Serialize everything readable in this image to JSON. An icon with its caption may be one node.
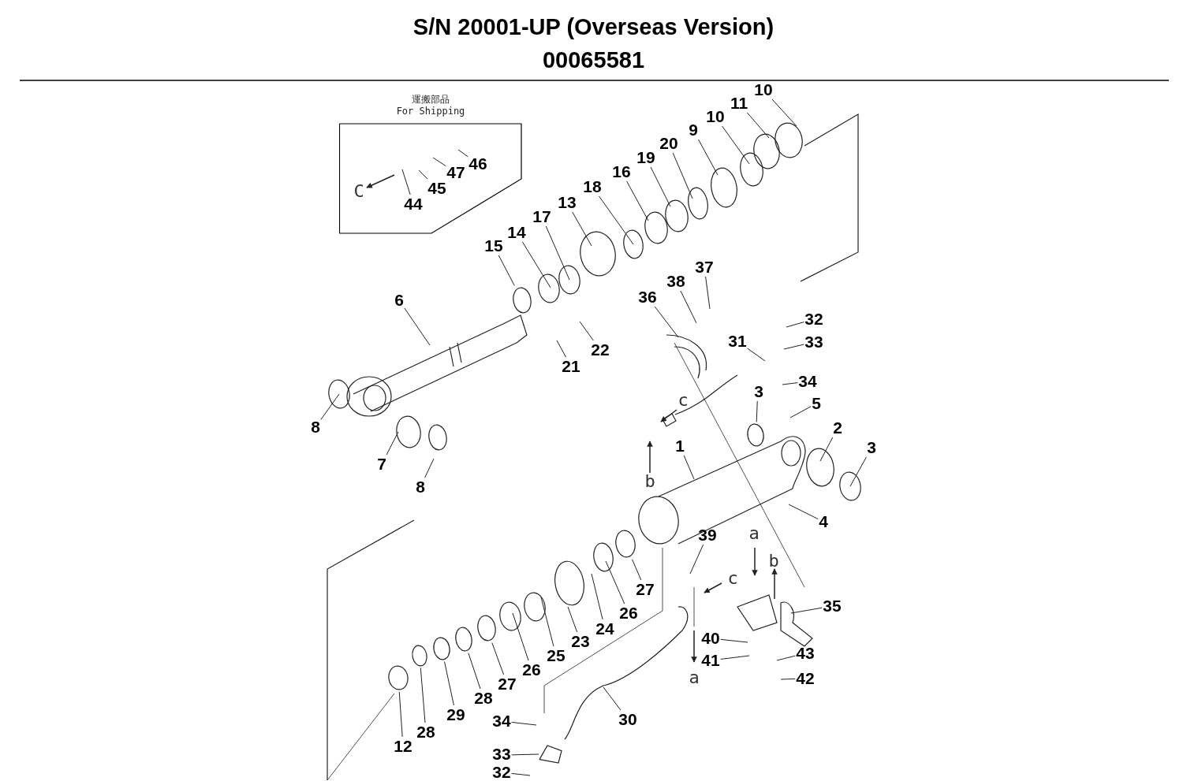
{
  "diagram": {
    "title": "S/N 20001-UP (Overseas Version)",
    "caption": "00065581",
    "nodes": [
      {
        "text": [
          "運搬部品",
          "For Shipping"
        ]
      },
      {
        "text": [
          "46"
        ],
        "in": 0
      },
      {
        "text": [
          "47"
        ],
        "in": 0
      },
      {
        "text": [
          "45"
        ],
        "in": 0
      },
      {
        "text": [
          "44"
        ],
        "in": 0
      },
      {
        "text": [
          "10"
        ]
      },
      {
        "text": [
          "11"
        ]
      },
      {
        "text": [
          "10"
        ]
      },
      {
        "text": [
          "9"
        ]
      },
      {
        "text": [
          "20"
        ]
      },
      {
        "text": [
          "19"
        ]
      },
      {
        "text": [
          "16"
        ]
      },
      {
        "text": [
          "18"
        ]
      },
      {
        "text": [
          "13"
        ]
      },
      {
        "text": [
          "17"
        ]
      },
      {
        "text": [
          "14"
        ]
      },
      {
        "text": [
          "15"
        ]
      },
      {
        "text": [
          "6"
        ]
      },
      {
        "text": [
          "37"
        ]
      },
      {
        "text": [
          "38"
        ]
      },
      {
        "text": [
          "36"
        ]
      },
      {
        "text": [
          "32"
        ]
      },
      {
        "text": [
          "33"
        ]
      },
      {
        "text": [
          "31"
        ]
      },
      {
        "text": [
          "22"
        ]
      },
      {
        "text": [
          "21"
        ]
      },
      {
        "text": [
          "34"
        ]
      },
      {
        "text": [
          "3"
        ]
      },
      {
        "text": [
          "5"
        ]
      },
      {
        "text": [
          "8"
        ]
      },
      {
        "text": [
          "2"
        ]
      },
      {
        "text": [
          "3"
        ]
      },
      {
        "text": [
          "1"
        ]
      },
      {
        "text": [
          "7"
        ]
      },
      {
        "text": [
          "8"
        ]
      },
      {
        "text": [
          "4"
        ]
      },
      {
        "text": [
          "39"
        ]
      },
      {
        "text": [
          "27"
        ]
      },
      {
        "text": [
          "35"
        ]
      },
      {
        "text": [
          "26"
        ]
      },
      {
        "text": [
          "24"
        ]
      },
      {
        "text": [
          "23"
        ]
      },
      {
        "text": [
          "25"
        ]
      },
      {
        "text": [
          "40"
        ]
      },
      {
        "text": [
          "26"
        ]
      },
      {
        "text": [
          "43"
        ]
      },
      {
        "text": [
          "41"
        ]
      },
      {
        "text": [
          "27"
        ]
      },
      {
        "text": [
          "42"
        ]
      },
      {
        "text": [
          "28"
        ]
      },
      {
        "text": [
          "29"
        ]
      },
      {
        "text": [
          "30"
        ]
      },
      {
        "text": [
          "34"
        ]
      },
      {
        "text": [
          "28"
        ]
      },
      {
        "text": [
          "12"
        ]
      },
      {
        "text": [
          "33"
        ]
      },
      {
        "text": [
          "32"
        ]
      },
      {
        "text": [],
        "shape": "ring"
      },
      {
        "text": [],
        "shape": "ring"
      },
      {
        "text": [],
        "shape": "ring"
      },
      {
        "text": [],
        "shape": "ring"
      },
      {
        "text": [],
        "shape": "ring"
      },
      {
        "text": [],
        "shape": "ring"
      },
      {
        "text": [],
        "shape": "box"
      },
      {
        "text": [],
        "shape": "ring"
      },
      {
        "text": [],
        "shape": "ring"
      }
    ],
    "edges": [
      {
        "from": 1,
        "to": null,
        "arrow": "none"
      },
      {
        "from": 2,
        "to": null,
        "arrow": "none"
      },
      {
        "from": 3,
        "to": null,
        "arrow": "none"
      },
      {
        "from": 4,
        "to": null,
        "arrow": "none"
      },
      {
        "from": 5,
        "to": null,
        "arrow": "none"
      },
      {
        "from": 6,
        "to": null,
        "arrow": "none"
      },
      {
        "from": 7,
        "to": null,
        "arrow": "none"
      },
      {
        "from": 8,
        "to": null,
        "arrow": "none"
      },
      {
        "from": 9,
        "to": null,
        "arrow": "none"
      },
      {
        "from": 10,
        "to": null,
        "arrow": "none"
      },
      {
        "from": 11,
        "to": null,
        "arrow": "none"
      },
      {
        "from": 12,
        "to": null,
        "arrow": "none"
      },
      {
        "from": 13,
        "to": null,
        "arrow": "none"
      },
      {
        "from": 14,
        "to": null,
        "arrow": "none"
      },
      {
        "from": 15,
        "to": null,
        "arrow": "none"
      },
      {
        "from": 16,
        "to": 62,
        "arrow": "none"
      },
      {
        "from": 17,
        "to": null,
        "arrow": "none"
      },
      {
        "from": 18,
        "to": null,
        "arrow": "none"
      },
      {
        "from": 19,
        "to": null,
        "arrow": "none"
      },
      {
        "from": 20,
        "to": null,
        "arrow": "none"
      },
      {
        "from": 21,
        "to": null,
        "arrow": "none"
      },
      {
        "from": 22,
        "to": null,
        "arrow": "none"
      },
      {
        "from": 23,
        "to": null,
        "arrow": "none"
      },
      {
        "from": 24,
        "to": null,
        "arrow": "none"
      },
      {
        "from": 25,
        "to": null,
        "arrow": "none"
      },
      {
        "from": 26,
        "to": null,
        "arrow": "none"
      },
      {
        "from": 27,
        "to": 65,
        "arrow": "none"
      },
      {
        "from": 28,
        "to": null,
        "arrow": "none"
      },
      {
        "from": 29,
        "to": null,
        "arrow": "none"
      },
      {
        "from": 30,
        "to": null,
        "arrow": "none"
      },
      {
        "from": 31,
        "to": null,
        "arrow": "none"
      },
      {
        "from": 32,
        "to": null,
        "arrow": "none"
      },
      {
        "from": 33,
        "to": null,
        "arrow": "none"
      },
      {
        "from": 34,
        "to": null,
        "arrow": "none"
      },
      {
        "from": 35,
        "to": null,
        "arrow": "none"
      },
      {
        "from": 36,
        "to": null,
        "arrow": "none"
      },
      {
        "from": 37,
        "to": 64,
        "arrow": "none"
      },
      {
        "from": 38,
        "to": null,
        "arrow": "none"
      },
      {
        "from": 39,
        "to": null,
        "arrow": "none"
      },
      {
        "from": 40,
        "to": null,
        "arrow": "none"
      },
      {
        "from": 41,
        "to": null,
        "arrow": "none"
      },
      {
        "from": 42,
        "to": null,
        "arrow": "none"
      },
      {
        "from": 43,
        "to": null,
        "arrow": "none"
      },
      {
        "from": 44,
        "to": null,
        "arrow": "none"
      },
      {
        "from": 45,
        "to": null,
        "arrow": "none"
      },
      {
        "from": 46,
        "to": null,
        "arrow": "none"
      },
      {
        "from": 47,
        "to": 61,
        "arrow": "none"
      },
      {
        "from": 48,
        "to": null,
        "arrow": "none"
      },
      {
        "from": 49,
        "to": 60,
        "arrow": "none"
      },
      {
        "from": 50,
        "to": 59,
        "arrow": "none"
      },
      {
        "from": 51,
        "to": null,
        "arrow": "none"
      },
      {
        "from": 52,
        "to": null,
        "arrow": "none"
      },
      {
        "from": 53,
        "to": 58,
        "arrow": "none"
      },
      {
        "from": 54,
        "to": 57,
        "arrow": "none"
      },
      {
        "from": 55,
        "to": 63,
        "arrow": "none"
      },
      {
        "from": 56,
        "to": null,
        "arrow": "none"
      }
    ],
    "labels": [
      "C",
      "c",
      "b",
      "a",
      "b",
      "c",
      "a"
    ]
  }
}
